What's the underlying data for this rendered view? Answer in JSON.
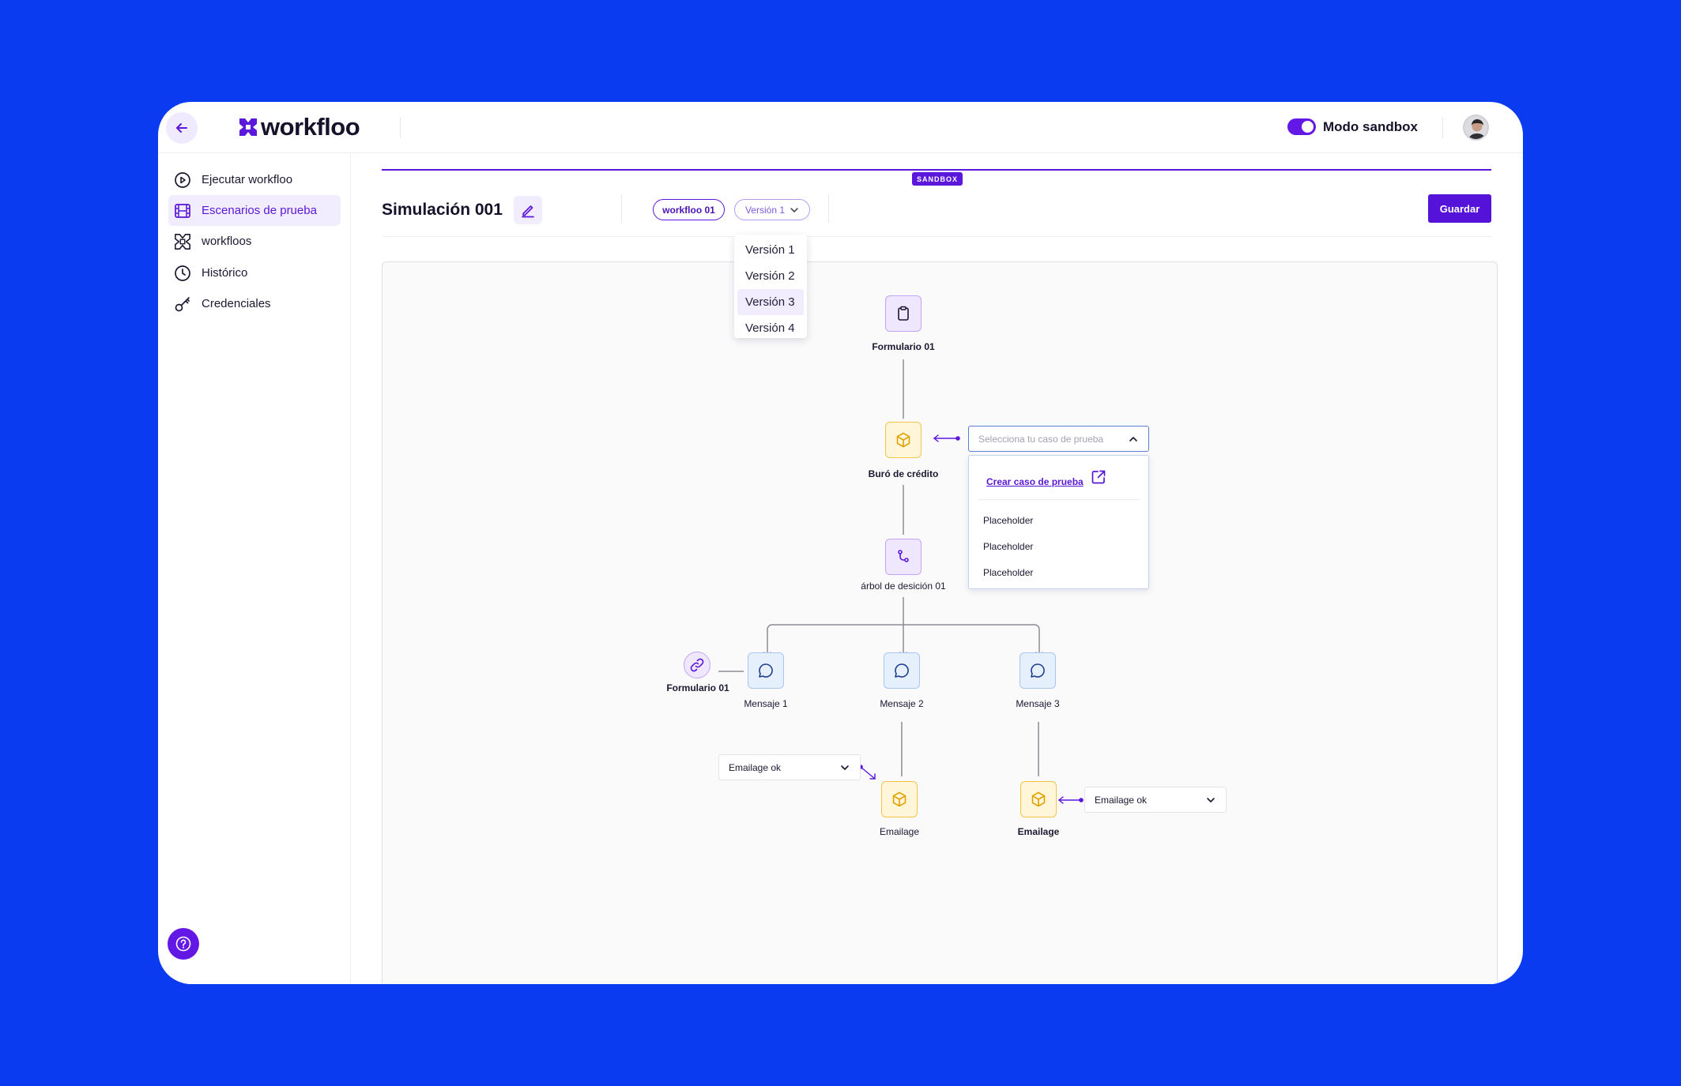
{
  "colors": {
    "background": "#0a3bf0",
    "accent": "#5b17dc",
    "node_purple": "#efe7fd",
    "node_yellow": "#fff5d9",
    "node_blue": "#e6f0fd"
  },
  "header": {
    "back_icon": "arrow-left-icon",
    "logo_text": "workfloo",
    "sandbox_label": "Modo sandbox",
    "sandbox_enabled": true
  },
  "sidebar": {
    "items": [
      {
        "label": "Ejecutar workfloo",
        "icon": "play-circle-icon",
        "active": false
      },
      {
        "label": "Escenarios de prueba",
        "icon": "film-icon",
        "active": true
      },
      {
        "label": "workfloos",
        "icon": "workfloo-logo-icon",
        "active": false
      },
      {
        "label": "Histórico",
        "icon": "clock-icon",
        "active": false
      },
      {
        "label": "Credenciales",
        "icon": "key-icon",
        "active": false
      }
    ],
    "help_icon": "help-icon"
  },
  "main": {
    "sandbox_badge": "SANDBOX",
    "title": "Simulación 001",
    "workflow_chip": "workfloo 01",
    "version_chip": "Versión 1",
    "save_label": "Guardar",
    "version_menu": [
      "Versión 1",
      "Versión 2",
      "Versión 3",
      "Versión 4"
    ],
    "version_highlighted": "Versión 3"
  },
  "flow": {
    "formulario_label": "Formulario 01",
    "buro_label": "Buró de crédito",
    "arbol_label": "árbol de desición 01",
    "link_label": "Formulario 01",
    "mensaje1_label": "Mensaje 1",
    "mensaje2_label": "Mensaje 2",
    "mensaje3_label": "Mensaje 3",
    "emailage_left_label": "Emailage",
    "emailage_right_label": "Emailage",
    "case_select_placeholder": "Selecciona tu caso de prueba",
    "create_case_label": "Crear caso de prueba",
    "case_options": [
      "Placeholder",
      "Placeholder",
      "Placeholder"
    ],
    "emailage_select_left": "Emailage ok",
    "emailage_select_right": "Emailage ok"
  }
}
